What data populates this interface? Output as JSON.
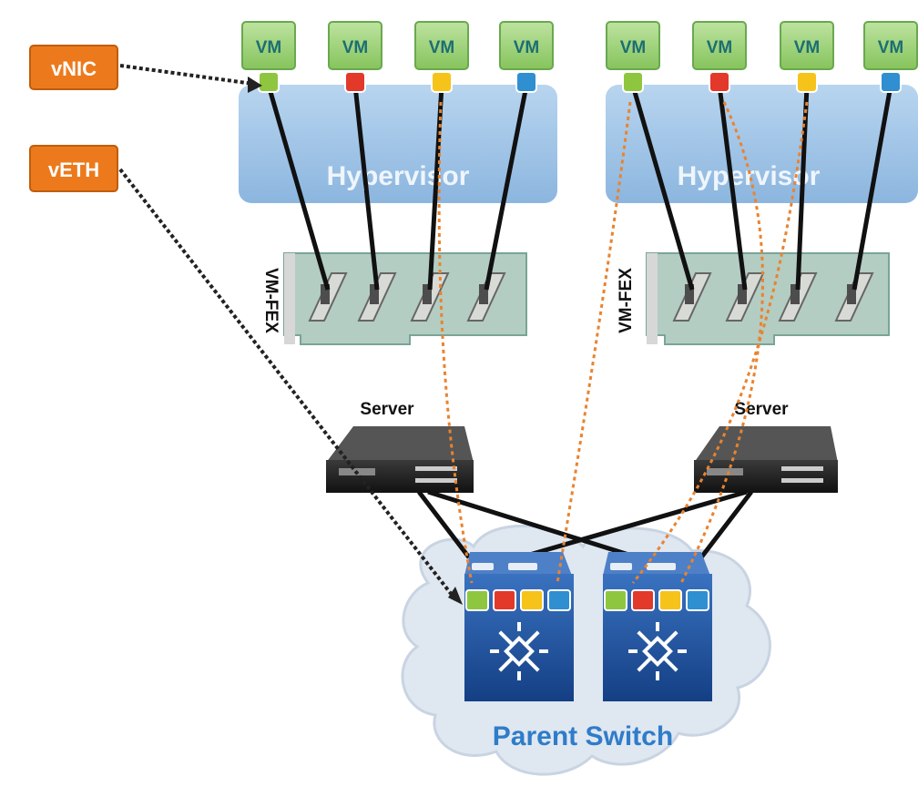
{
  "labels": {
    "vnic": "vNIC",
    "veth": "vETH",
    "vm": "VM",
    "hypervisor": "Hypervisor",
    "vm_fex": "VM-FEX",
    "server": "Server",
    "parent_switch": "Parent Switch"
  },
  "hosts": [
    {
      "name": "host-left"
    },
    {
      "name": "host-right"
    }
  ],
  "vm_colors": [
    "#8fc63f",
    "#e2392b",
    "#f6c31a",
    "#2f8fd1"
  ],
  "colors": {
    "callout": "#ec7a1c",
    "vm_box": "#93cc6c",
    "vm_text": "#1c6e73",
    "hypervisor": "#9ec3e6",
    "card": "#a8c5bb",
    "switch": "#1d4f9a",
    "cloud": "#dde6f0",
    "parent_switch_text": "#2f7cc9",
    "orange_path": "#e9832f"
  }
}
